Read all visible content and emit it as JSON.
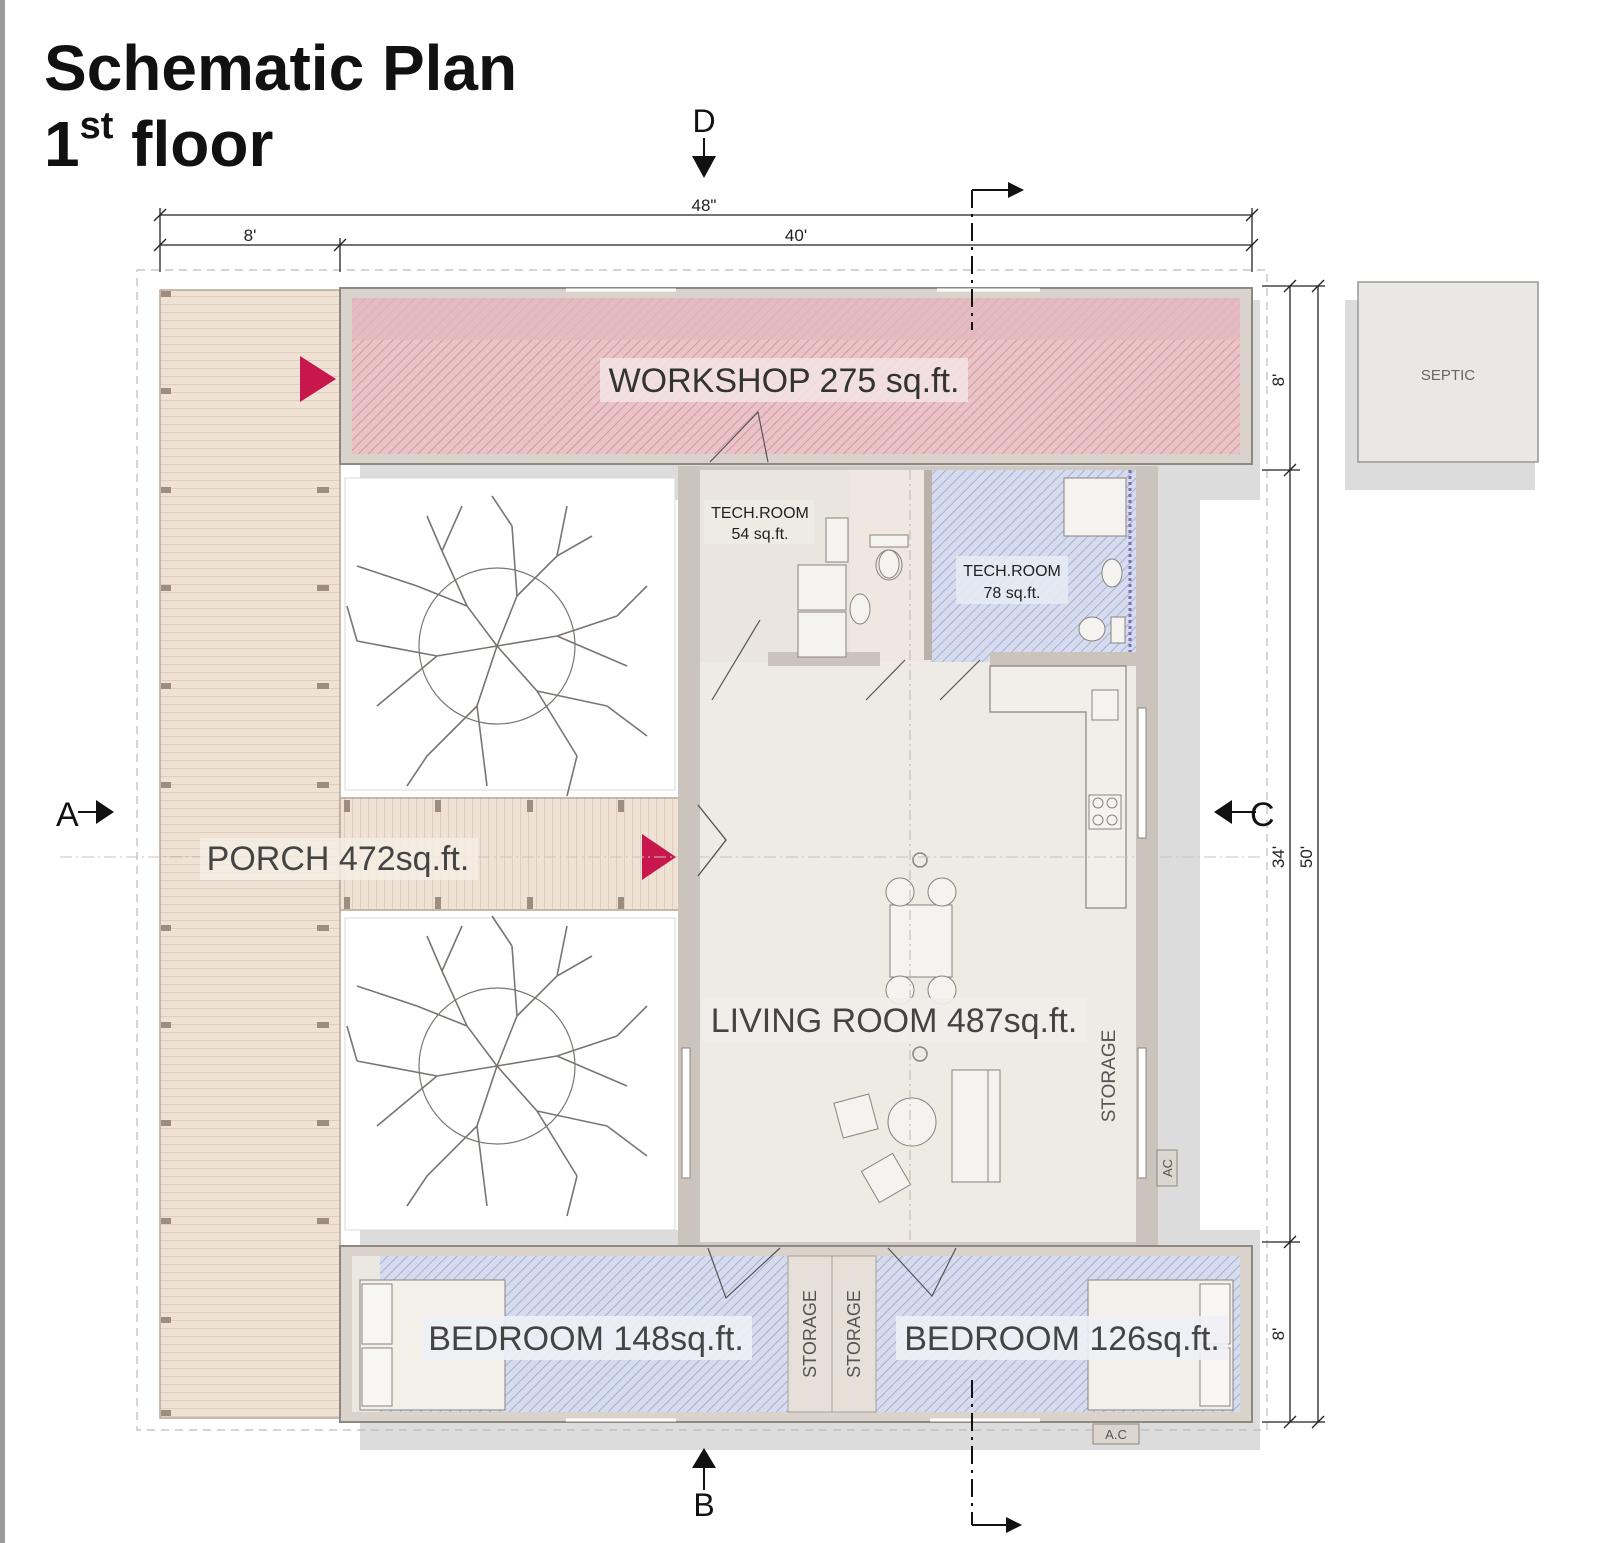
{
  "title": {
    "line1": "Schematic Plan",
    "line2_number": "1",
    "line2_sup": "st",
    "line2_word": "floor"
  },
  "section_markers": {
    "a": "A",
    "b": "B",
    "c": "C",
    "d": "D"
  },
  "dimensions": {
    "overall_width": "48\"",
    "porch_width": "8'",
    "main_width": "40'",
    "workshop_depth": "8'",
    "living_depth": "34'",
    "overall_depth": "50'",
    "bedroom_depth": "8'"
  },
  "rooms": {
    "workshop": "WORKSHOP 275 sq.ft.",
    "porch": "PORCH 472sq.ft.",
    "tech_room_1_name": "TECH.ROOM",
    "tech_room_1_area": "54 sq.ft.",
    "tech_room_2_name": "TECH.ROOM",
    "tech_room_2_area": "78 sq.ft.",
    "living_room": "LIVING ROOM 487sq.ft.",
    "bedroom_left": "BEDROOM 148sq.ft.",
    "bedroom_right": "BEDROOM 126sq.ft.",
    "storage_living": "STORAGE",
    "storage_1": "STORAGE",
    "storage_2": "STORAGE"
  },
  "equipment": {
    "septic": "SEPTIC",
    "ac_1": "AC",
    "ac_2": "A.C"
  },
  "colors": {
    "workshop_fill": "#e9c3c6",
    "workshop_hatch": "#c98f95",
    "tech_blue": "#d6dced",
    "hatch_blue": "#8e9fcc",
    "porch_deck": "#efe1d3",
    "living_floor": "#eeeae4",
    "wall": "#c9c2ba",
    "entry_arrow": "#c8174d"
  }
}
